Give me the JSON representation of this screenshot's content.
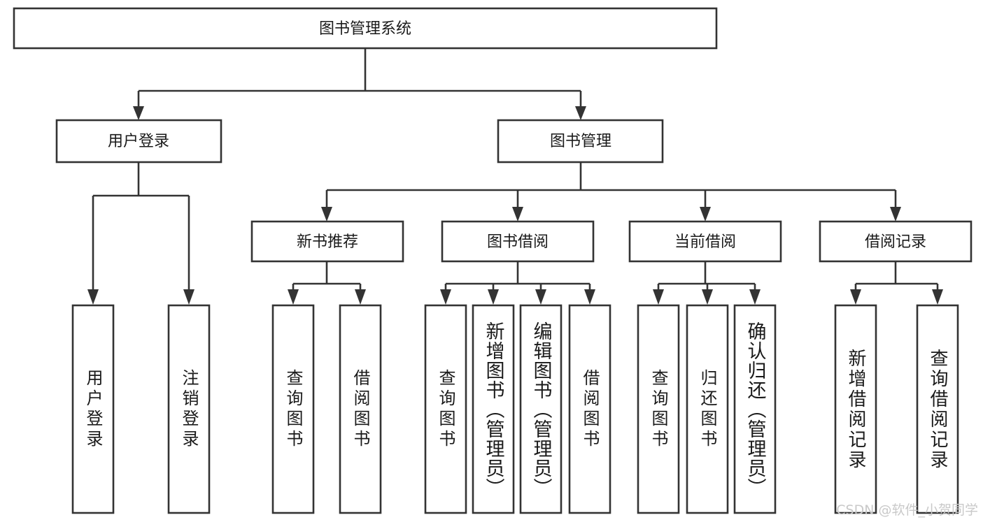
{
  "diagram": {
    "title": "图书管理系统",
    "type": "tree-hierarchy-chart",
    "root": {
      "label": "图书管理系统"
    },
    "level2": [
      {
        "label": "用户登录"
      },
      {
        "label": "图书管理"
      }
    ],
    "level3": [
      {
        "label": "新书推荐"
      },
      {
        "label": "图书借阅"
      },
      {
        "label": "当前借阅"
      },
      {
        "label": "借阅记录"
      }
    ],
    "leaves": {
      "user_login": [
        {
          "label": "用户登录"
        },
        {
          "label": "注销登录"
        }
      ],
      "new_book_recommend": [
        {
          "label": "查询图书"
        },
        {
          "label": "借阅图书"
        }
      ],
      "book_borrow": [
        {
          "label": "查询图书"
        },
        {
          "label": "新增图书（管理员）"
        },
        {
          "label": "编辑图书（管理员）"
        },
        {
          "label": "借阅图书"
        }
      ],
      "current_borrow": [
        {
          "label": "查询图书"
        },
        {
          "label": "归还图书"
        },
        {
          "label": "确认归还（管理员）"
        }
      ],
      "borrow_record": [
        {
          "label": "新增借阅记录"
        },
        {
          "label": "查询借阅记录"
        }
      ]
    }
  },
  "watermark": {
    "text": "CSDN @软件_小贺同学"
  },
  "colors": {
    "box_stroke": "#333333",
    "box_fill": "#ffffff",
    "text": "#1a1a1a",
    "watermark": "#c9c9c9",
    "background": "#ffffff"
  }
}
